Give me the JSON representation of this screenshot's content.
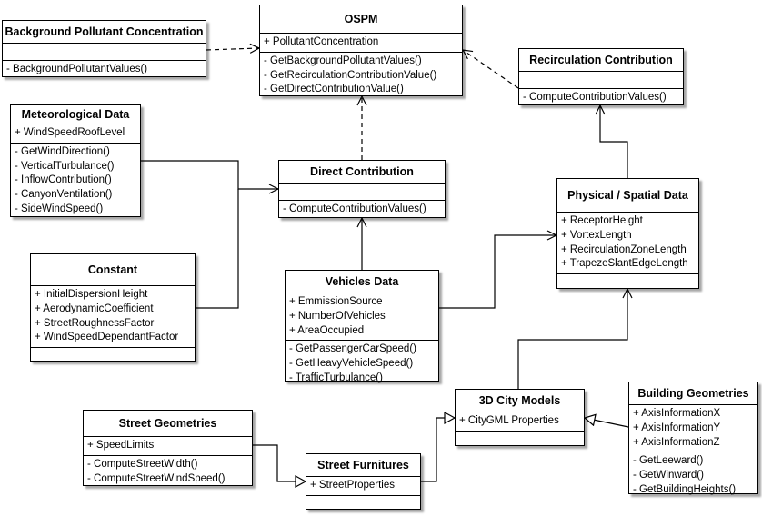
{
  "classes": {
    "background": {
      "name": "Background Pollutant Concentration",
      "attributes": [],
      "methods": [
        "- BackgroundPollutantValues()"
      ]
    },
    "ospm": {
      "name": "OSPM",
      "attributes": [
        "+ PollutantConcentration"
      ],
      "methods": [
        "- GetBackgroundPollutantValues()",
        "- GetRecirculationContributionValue()",
        "- GetDirectContributionValue()"
      ]
    },
    "recirculation": {
      "name": "Recirculation Contribution",
      "attributes": [],
      "methods": [
        "- ComputeContributionValues()"
      ]
    },
    "meteorological": {
      "name": "Meteorological Data",
      "attributes": [
        "+ WindSpeedRoofLevel"
      ],
      "methods": [
        "- GetWindDirection()",
        "- VerticalTurbulance()",
        "- InflowContribution()",
        "- CanyonVentilation()",
        "- SideWindSpeed()"
      ]
    },
    "direct": {
      "name": "Direct Contribution",
      "attributes": [],
      "methods": [
        "- ComputeContributionValues()"
      ]
    },
    "physical": {
      "name": "Physical / Spatial Data",
      "attributes": [
        "+ ReceptorHeight",
        "+ VortexLength",
        "+ RecirculationZoneLength",
        "+ TrapezeSlantEdgeLength"
      ],
      "methods": []
    },
    "constant": {
      "name": "Constant",
      "attributes": [
        "+ InitialDispersionHeight",
        "+ AerodynamicCoefficient",
        "+ StreetRoughnessFactor",
        "+ WindSpeedDependantFactor"
      ],
      "methods": []
    },
    "vehicles": {
      "name": "Vehicles Data",
      "attributes": [
        "+ EmmissionSource",
        "+ NumberOfVehicles",
        "+ AreaOccupied"
      ],
      "methods": [
        "- GetPassengerCarSpeed()",
        "- GetHeavyVehicleSpeed()",
        "- TrafficTurbulance()"
      ]
    },
    "citymodels": {
      "name": "3D City Models",
      "attributes": [
        "+ CityGML Properties"
      ],
      "methods": []
    },
    "building": {
      "name": "Building Geometries",
      "attributes": [
        "+ AxisInformationX",
        "+ AxisInformationY",
        "+ AxisInformationZ"
      ],
      "methods": [
        "- GetLeeward()",
        "- GetWinward()",
        "- GetBuildingHeights()"
      ]
    },
    "streetgeo": {
      "name": "Street Geometries",
      "attributes": [
        "+ SpeedLimits"
      ],
      "methods": [
        "- ComputeStreetWidth()",
        "- ComputeStreetWindSpeed()"
      ]
    },
    "streetfurn": {
      "name": "Street Furnitures",
      "attributes": [
        "+ StreetProperties"
      ],
      "methods": []
    }
  },
  "relations": [
    {
      "from": "background",
      "to": "ospm",
      "kind": "dependency"
    },
    {
      "from": "recirculation",
      "to": "ospm",
      "kind": "dependency"
    },
    {
      "from": "direct",
      "to": "ospm",
      "kind": "dependency"
    },
    {
      "from": "meteorological",
      "to": "direct",
      "kind": "association"
    },
    {
      "from": "constant",
      "to": "direct",
      "kind": "association"
    },
    {
      "from": "vehicles",
      "to": "direct",
      "kind": "association"
    },
    {
      "from": "vehicles",
      "to": "physical",
      "kind": "association"
    },
    {
      "from": "physical",
      "to": "recirculation",
      "kind": "association"
    },
    {
      "from": "citymodels",
      "to": "physical",
      "kind": "association"
    },
    {
      "from": "building",
      "to": "citymodels",
      "kind": "generalization"
    },
    {
      "from": "streetfurn",
      "to": "citymodels",
      "kind": "generalization"
    },
    {
      "from": "streetgeo",
      "to": "streetfurn",
      "kind": "generalization"
    }
  ]
}
